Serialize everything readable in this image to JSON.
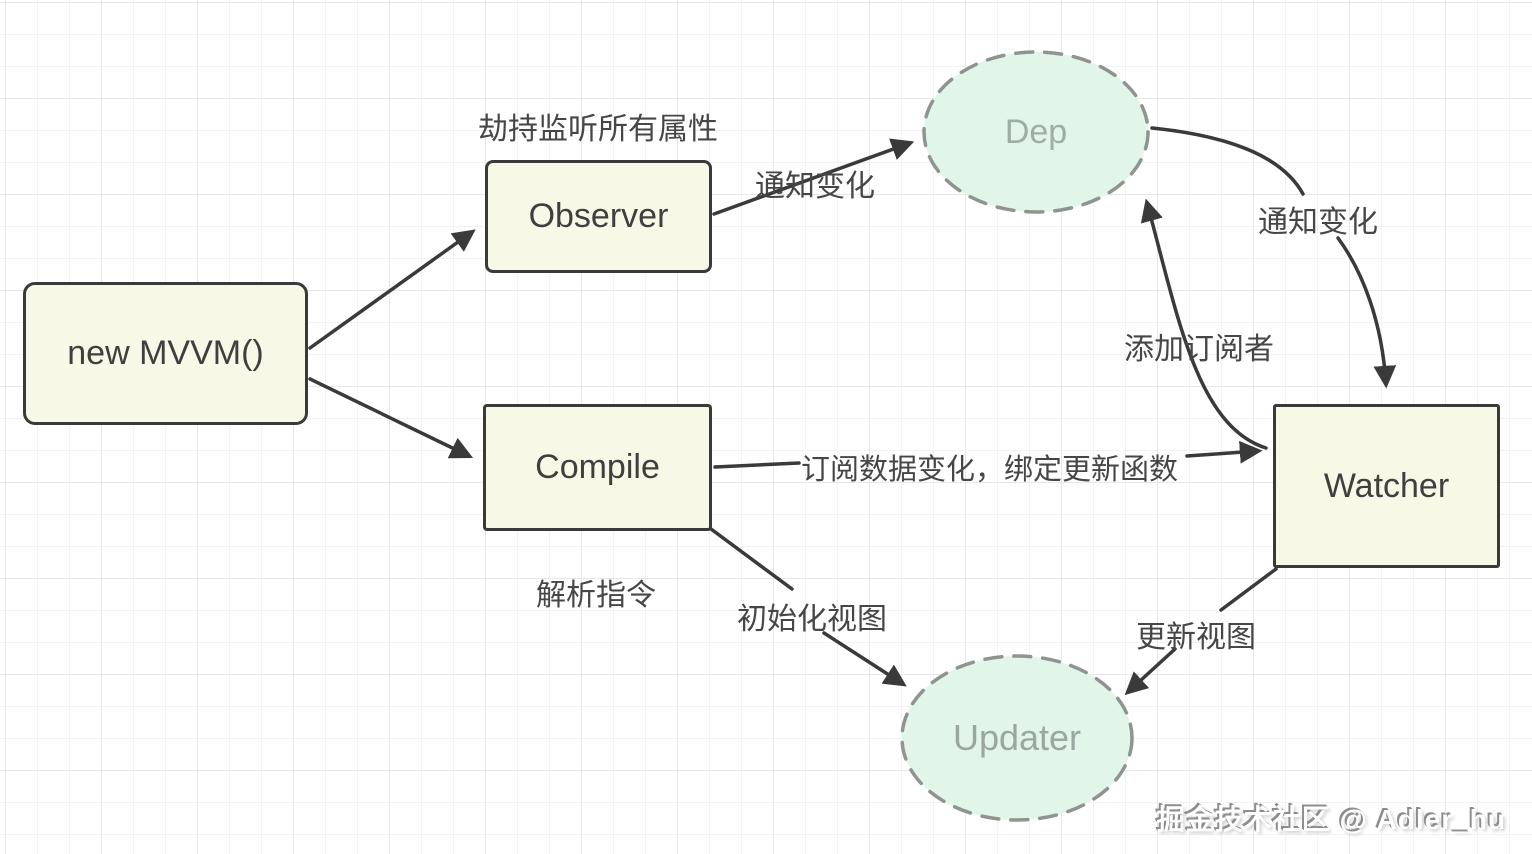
{
  "nodes": {
    "new_mvvm": {
      "label": "new MVVM()"
    },
    "observer": {
      "label": "Observer",
      "caption": "劫持监听所有属性"
    },
    "compile": {
      "label": "Compile",
      "caption": "解析指令"
    },
    "dep": {
      "label": "Dep"
    },
    "watcher": {
      "label": "Watcher"
    },
    "updater": {
      "label": "Updater"
    }
  },
  "edges": {
    "observer_to_dep": {
      "label": "通知变化"
    },
    "dep_to_watcher": {
      "label": "通知变化"
    },
    "watcher_to_dep": {
      "label": "添加订阅者"
    },
    "compile_to_watcher": {
      "label": "订阅数据变化，绑定更新函数"
    },
    "compile_to_updater": {
      "label": "初始化视图"
    },
    "watcher_to_updater": {
      "label": "更新视图"
    }
  },
  "watermark": {
    "text": "掘金技术社区 @ Adler_hu"
  },
  "colors": {
    "node_fill": "#f8f8e6",
    "node_border": "#3a3a3a",
    "ellipse_fill": "#e1f5e9",
    "ellipse_border": "#8f9490",
    "dep_text": "#9fada7",
    "updater_text": "#9aa7a0",
    "arrow": "#3a3a3a",
    "label_text": "#464646",
    "grid_minor": "#f2f2f2",
    "grid_major": "#e7e7e7"
  }
}
